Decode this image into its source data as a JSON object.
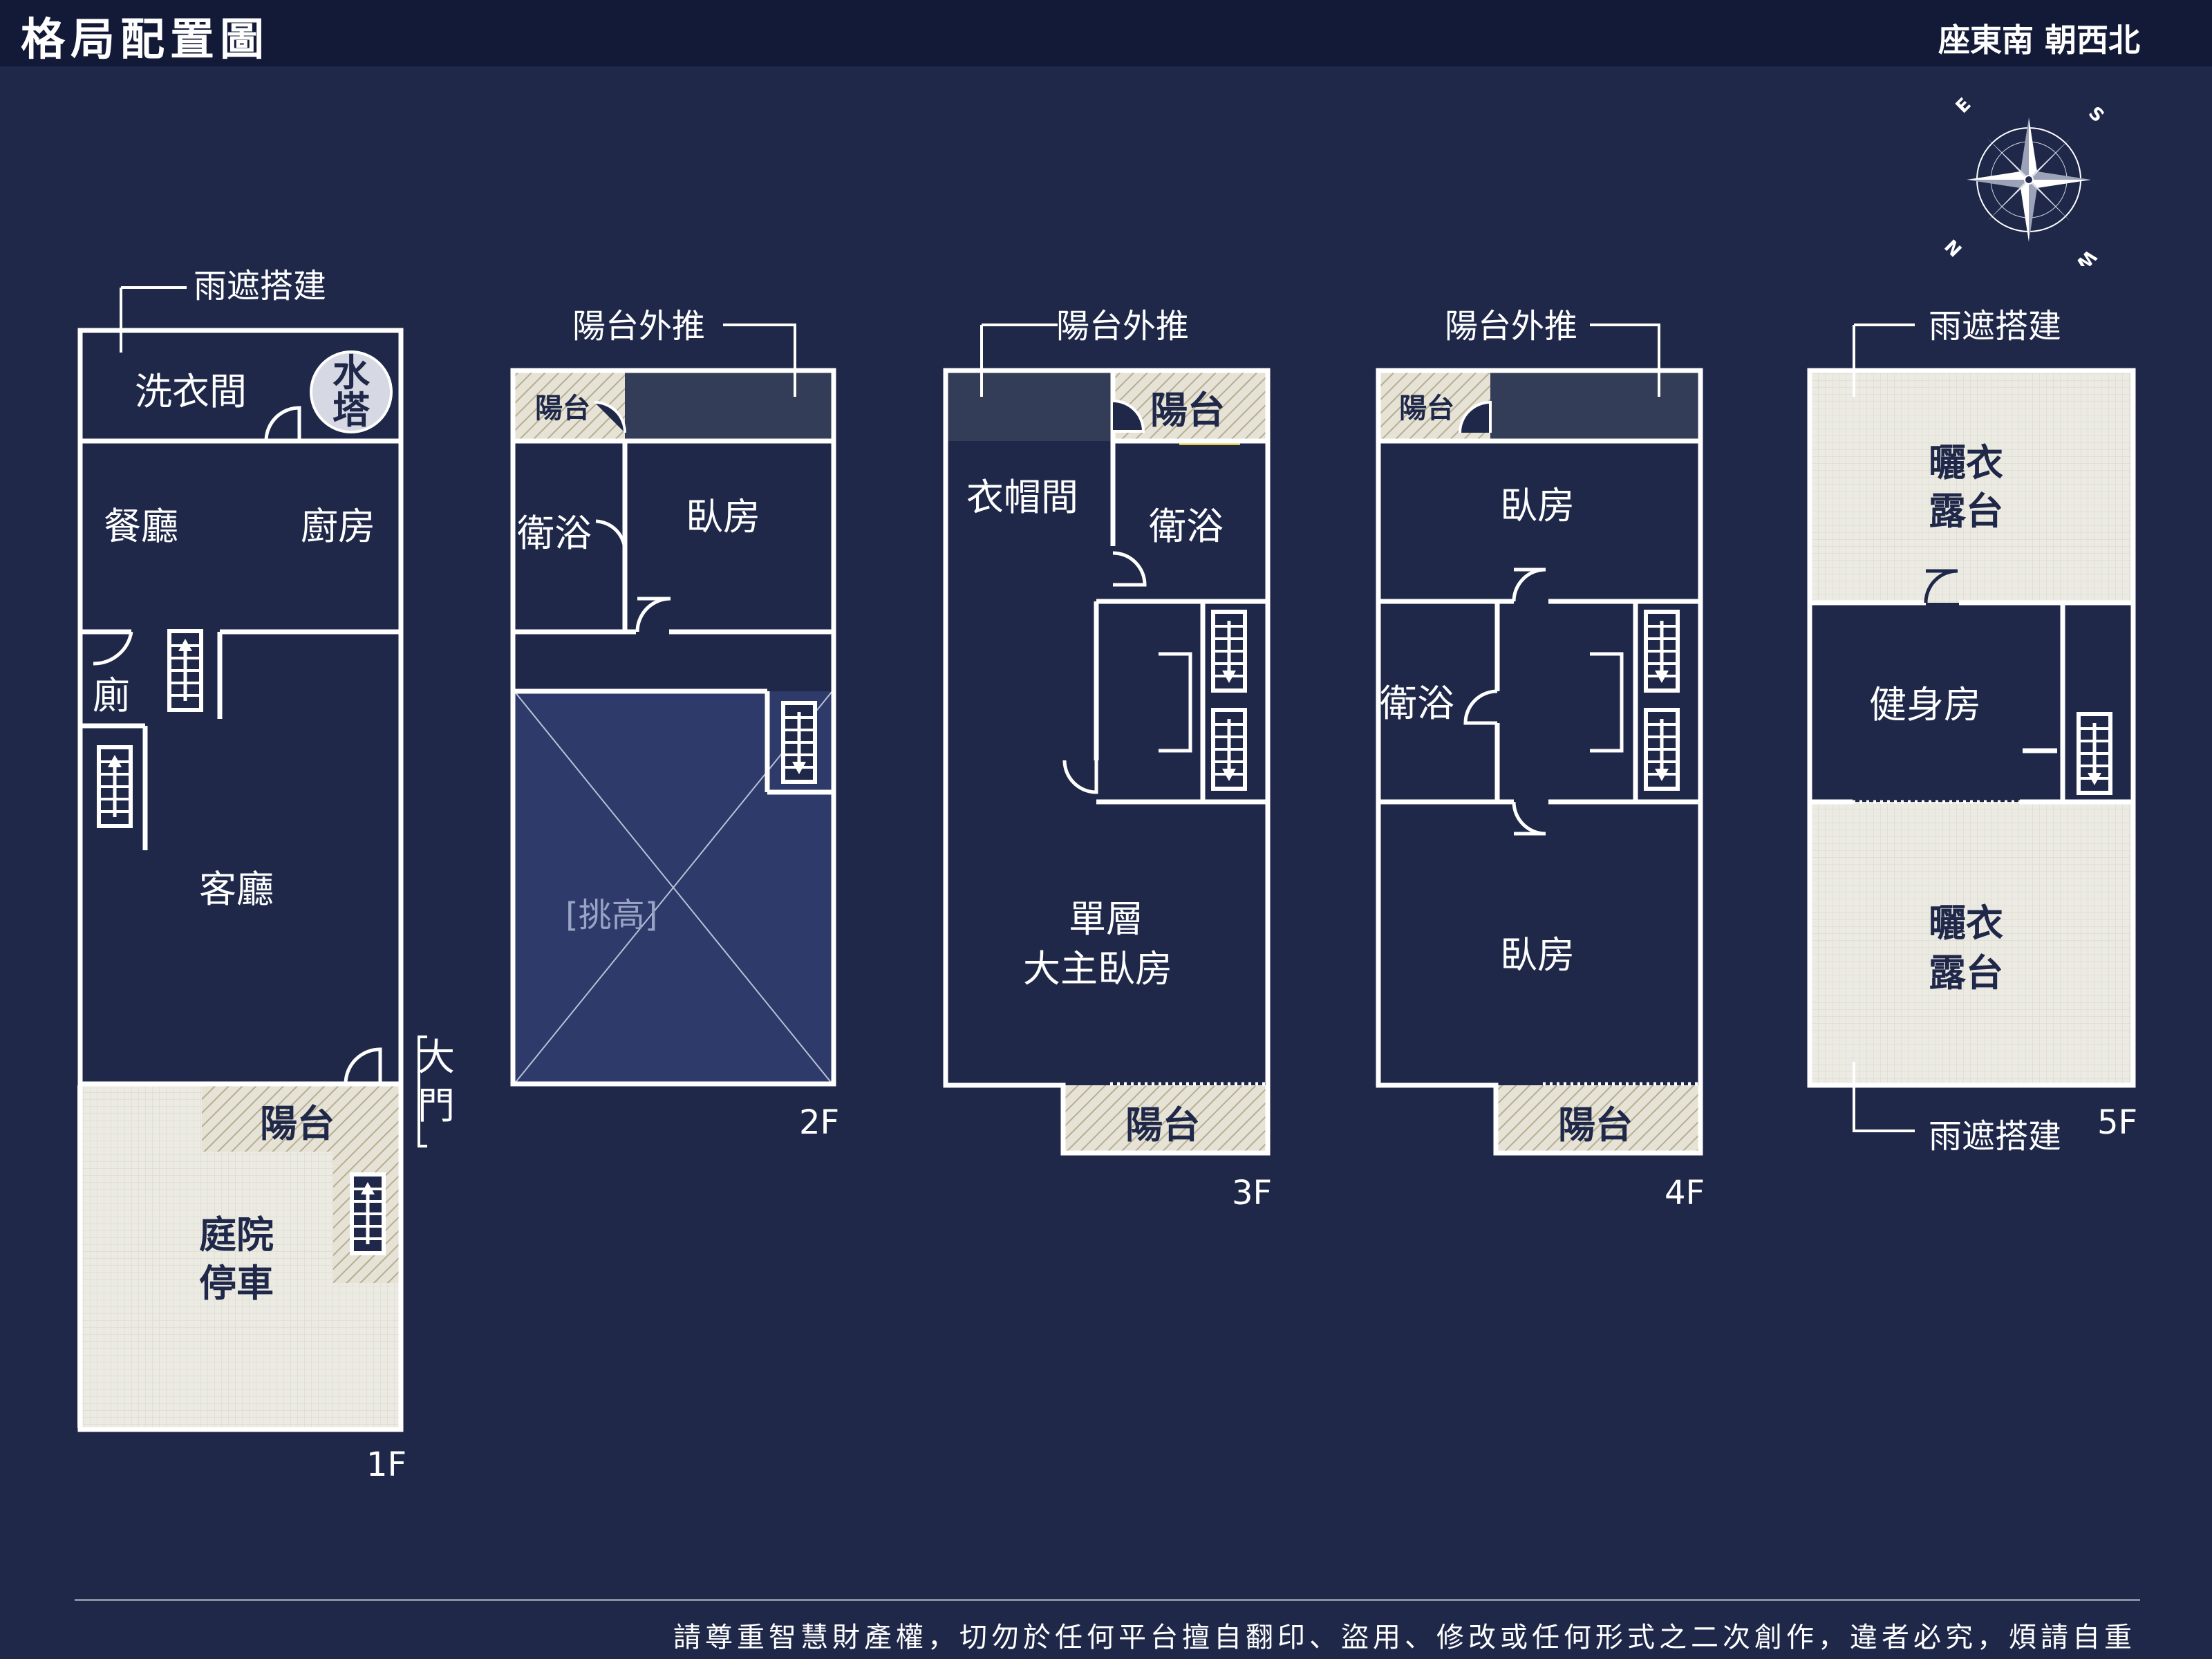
{
  "header": {
    "title": "格局配置圖",
    "orientation": "座東南 朝西北"
  },
  "footer": {
    "notice": "請尊重智慧財產權，切勿於任何平台擅自翻印、盜用、修改或任何形式之二次創作，違者必究，煩請自重"
  },
  "colors": {
    "background": "#1f2849",
    "header": "#131a37",
    "walls": "#ffffff",
    "balcony": "#e6e3d6",
    "dark_zone": "#333d57"
  },
  "floors": {
    "f1": {
      "label": "1F",
      "note": "雨遮搭建",
      "rooms": {
        "laundry": "洗衣間",
        "water_tower_1": "水",
        "water_tower_2": "塔",
        "dining": "餐廳",
        "kitchen": "廚房",
        "toilet": "廁",
        "living": "客廳",
        "balcony": "陽台",
        "yard_1": "庭院",
        "yard_2": "停車",
        "door_1": "大",
        "door_2": "門"
      }
    },
    "f2": {
      "label": "2F",
      "note": "陽台外推",
      "rooms": {
        "balcony": "陽台",
        "bath": "衛浴",
        "bedroom": "臥房",
        "void": "[挑高]"
      }
    },
    "f3": {
      "label": "3F",
      "note": "陽台外推",
      "rooms": {
        "balcony_top": "陽台",
        "closet": "衣帽間",
        "bath": "衛浴",
        "master_1": "單層",
        "master_2": "大主臥房",
        "balcony_bottom": "陽台"
      }
    },
    "f4": {
      "label": "4F",
      "note": "陽台外推",
      "rooms": {
        "balcony_top": "陽台",
        "bedroom_top": "臥房",
        "bath": "衛浴",
        "bedroom_bottom": "臥房",
        "balcony_bottom": "陽台"
      }
    },
    "f5": {
      "label": "5F",
      "note_top": "雨遮搭建",
      "note_bottom": "雨遮搭建",
      "rooms": {
        "terrace_top_1": "曬衣",
        "terrace_top_2": "露台",
        "gym": "健身房",
        "terrace_bottom_1": "曬衣",
        "terrace_bottom_2": "露台"
      }
    }
  },
  "compass": {
    "n": "N",
    "s": "S",
    "e": "E",
    "w": "W"
  }
}
